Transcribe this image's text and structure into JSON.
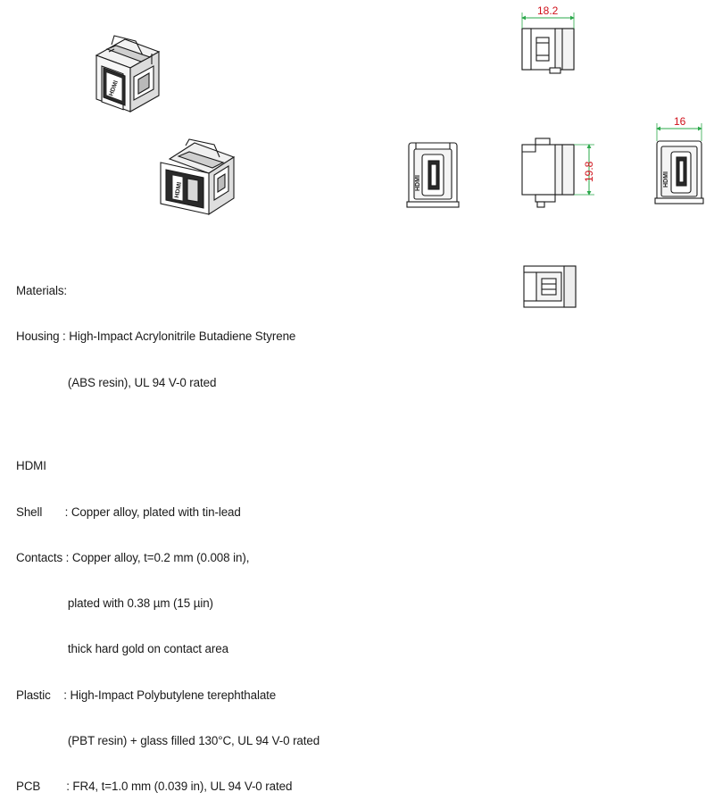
{
  "logo_text": "HDMI",
  "dimensions": {
    "top_width": "18.2",
    "side_height": "19.8",
    "front_width": "16"
  },
  "colors": {
    "dimension_line": "#2aa84a",
    "dimension_text": "#d0101a",
    "outline": "#1a1a1a"
  },
  "materials": {
    "heading": "Materials:",
    "lines": [
      "Housing : High-Impact Acrylonitrile Butadiene Styrene",
      "                (ABS resin), UL 94 V-0 rated",
      "",
      "HDMI",
      "Shell       : Copper alloy, plated with tin-lead",
      "Contacts : Copper alloy, t=0.2 mm (0.008 in),",
      "                plated with 0.38 µm (15 µin)",
      "                thick hard gold on contact area",
      "Plastic    : High-Impact Polybutylene terephthalate",
      "                (PBT resin) + glass filled 130°C, UL 94 V-0 rated",
      "PCB        : FR4, t=1.0 mm (0.039 in), UL 94 V-0 rated"
    ]
  }
}
